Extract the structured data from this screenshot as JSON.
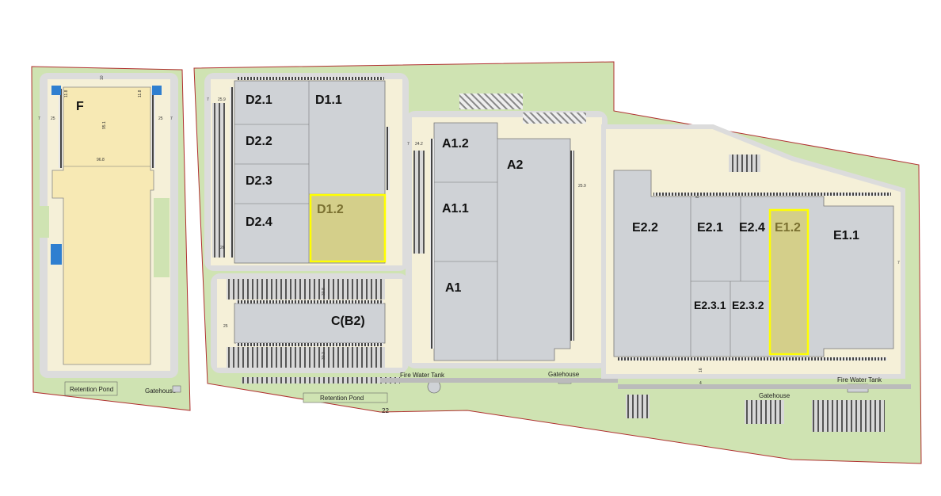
{
  "units": {
    "F": "F",
    "D2_1": "D2.1",
    "D1_1": "D1.1",
    "D2_2": "D2.2",
    "D2_3": "D2.3",
    "D2_4": "D2.4",
    "D1_2": "D1.2",
    "C_B2": "C(B2)",
    "A1_2": "A1.2",
    "A2": "A2",
    "A1_1": "A1.1",
    "A1": "A1",
    "E2_2": "E2.2",
    "E2_1": "E2.1",
    "E2_4": "E2.4",
    "E1_2": "E1.2",
    "E1_1": "E1.1",
    "E2_3_1": "E2.3.1",
    "E2_3_2": "E2.3.2"
  },
  "features": {
    "retention_pond_1": "Retention Pond",
    "retention_pond_2": "Retention Pond",
    "gatehouse_1": "Gatehouse",
    "gatehouse_2": "Gatehouse",
    "gatehouse_3": "Gatehouse",
    "fire_water_tank_1": "Fire Water Tank",
    "fire_water_tank_2": "Fire Water Tank"
  },
  "dimensions": {
    "f_25_left": "25",
    "f_25_right": "25",
    "f_7_left": "7",
    "f_7_right": "7",
    "f_95_1": "95.1",
    "f_96_8": "96.8",
    "f_11_8_left": "11.8",
    "f_11_8_right": "11.8",
    "f_10": "10",
    "d_25_9": "25.9",
    "d_26": "26",
    "d_7": "7",
    "a_24_2": "24.2",
    "a_7": "7",
    "a_25_9": "25.9",
    "c_30_8": "30.8",
    "c_30_3": "30.3",
    "c_25": "25",
    "e_8": "8",
    "e_7": "7",
    "e_16": "16",
    "e_4": "4",
    "e_22": "22"
  },
  "colors": {
    "landscape": "#cfe3b2",
    "yard": "#f5f0d8",
    "building": "#cfd2d6",
    "building_f": "#f7e9b4",
    "highlight_fill": "#d4cf8a",
    "highlight_stroke": "#ffff00",
    "boundary": "#b03030",
    "road": "#dcdcdc"
  }
}
